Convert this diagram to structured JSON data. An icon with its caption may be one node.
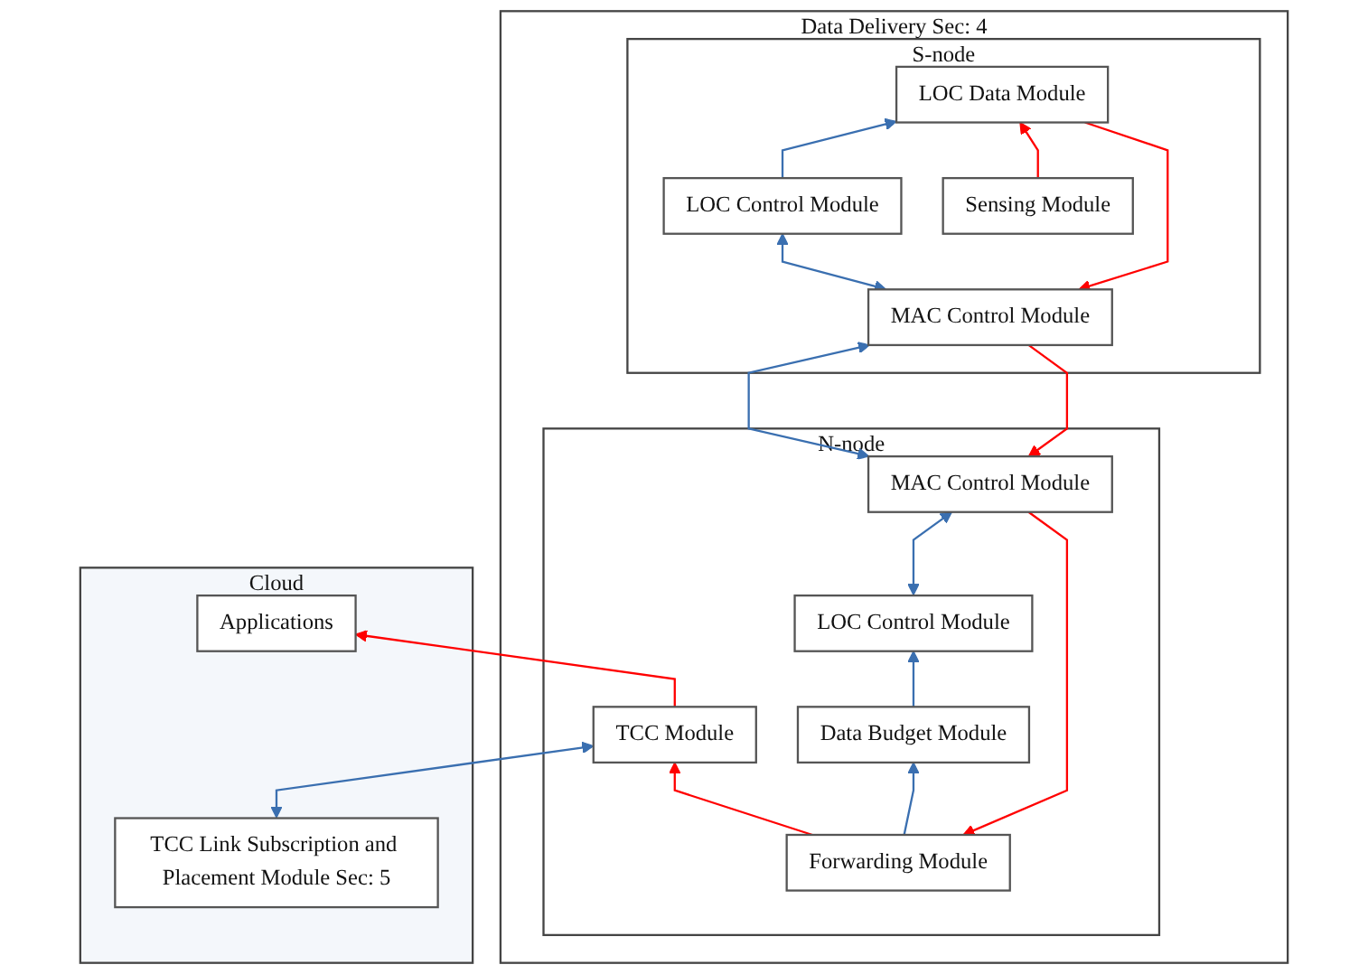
{
  "diagram": {
    "nodes": [
      {
        "text": [
          "Data Delivery Sec: 4"
        ]
      },
      {
        "text": [
          "Cloud"
        ]
      },
      {
        "text": [
          "Applications"
        ],
        "in": 1
      },
      {
        "text": [
          "TCC Link Subscription and Placement Module Sec: 5"
        ],
        "in": 1
      },
      {
        "text": [
          "N-node"
        ],
        "in": 0
      },
      {
        "text": [
          "TCC Module"
        ],
        "in": 4
      },
      {
        "text": [
          "Forwarding Module"
        ],
        "in": 4
      },
      {
        "text": [
          "Data Budget Module"
        ],
        "in": 4
      },
      {
        "text": [
          "LOC Control Module"
        ],
        "in": 4
      },
      {
        "text": [
          "MAC Control Module"
        ],
        "in": 4
      },
      {
        "text": [
          "S-node"
        ],
        "in": 0
      },
      {
        "text": [
          "MAC Control Module"
        ],
        "in": 10
      },
      {
        "text": [
          "LOC Data Module"
        ],
        "in": 10
      },
      {
        "text": [
          "LOC Control Module"
        ],
        "in": 10
      },
      {
        "text": [
          "Sensing Module"
        ],
        "in": 10
      }
    ],
    "edges": [
      {
        "from": 5,
        "to": 2,
        "arrow": "to",
        "color": "#ff0000"
      },
      {
        "from": 3,
        "to": 5,
        "arrow": "both"
      },
      {
        "from": 6,
        "to": 5,
        "arrow": "to",
        "color": "#ff0000"
      },
      {
        "from": 6,
        "to": 7,
        "arrow": "to"
      },
      {
        "from": 7,
        "to": 8,
        "arrow": "to"
      },
      {
        "from": 9,
        "to": 6,
        "arrow": "to",
        "color": "#ff0000"
      },
      {
        "from": 8,
        "to": 9,
        "arrow": "both"
      },
      {
        "from": 11,
        "to": 9,
        "arrow": "to",
        "color": "#ff0000"
      },
      {
        "from": 9,
        "to": 11,
        "arrow": "both"
      },
      {
        "from": 12,
        "to": 11,
        "arrow": "to",
        "color": "#ff0000"
      },
      {
        "from": 11,
        "to": 13,
        "arrow": "both"
      },
      {
        "from": 13,
        "to": 12,
        "arrow": "to"
      },
      {
        "from": 14,
        "to": 12,
        "arrow": "to",
        "color": "#ff0000"
      }
    ]
  }
}
